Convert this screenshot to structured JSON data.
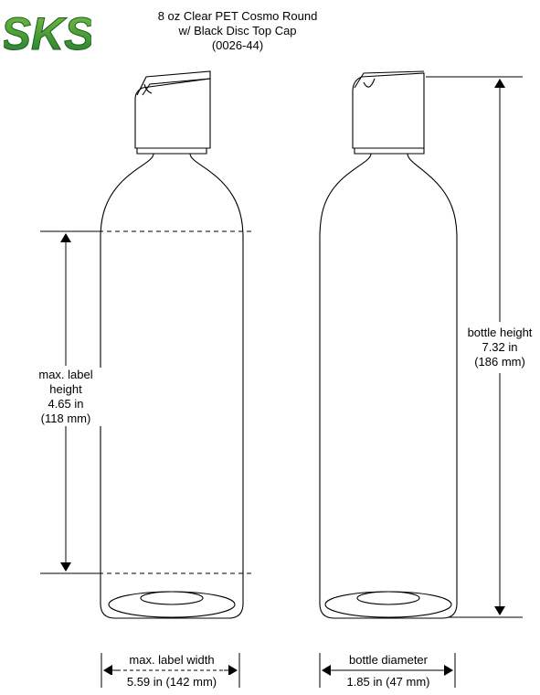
{
  "logo": {
    "text": "SKS",
    "color": "#2d8a2d"
  },
  "title": {
    "line1": "8 oz Clear PET Cosmo Round",
    "line2": "w/ Black Disc Top Cap",
    "line3": "(0026-44)"
  },
  "label_height": {
    "line1": "max. label",
    "line2": "height",
    "line3": "4.65 in",
    "line4": "(118 mm)"
  },
  "bottle_height": {
    "line1": "bottle height",
    "line2": "7.32 in",
    "line3": "(186 mm)"
  },
  "label_width": {
    "title": "max. label width",
    "value": "5.59 in (142 mm)"
  },
  "bottle_diameter": {
    "title": "bottle diameter",
    "value": "1.85 in (47 mm)"
  }
}
